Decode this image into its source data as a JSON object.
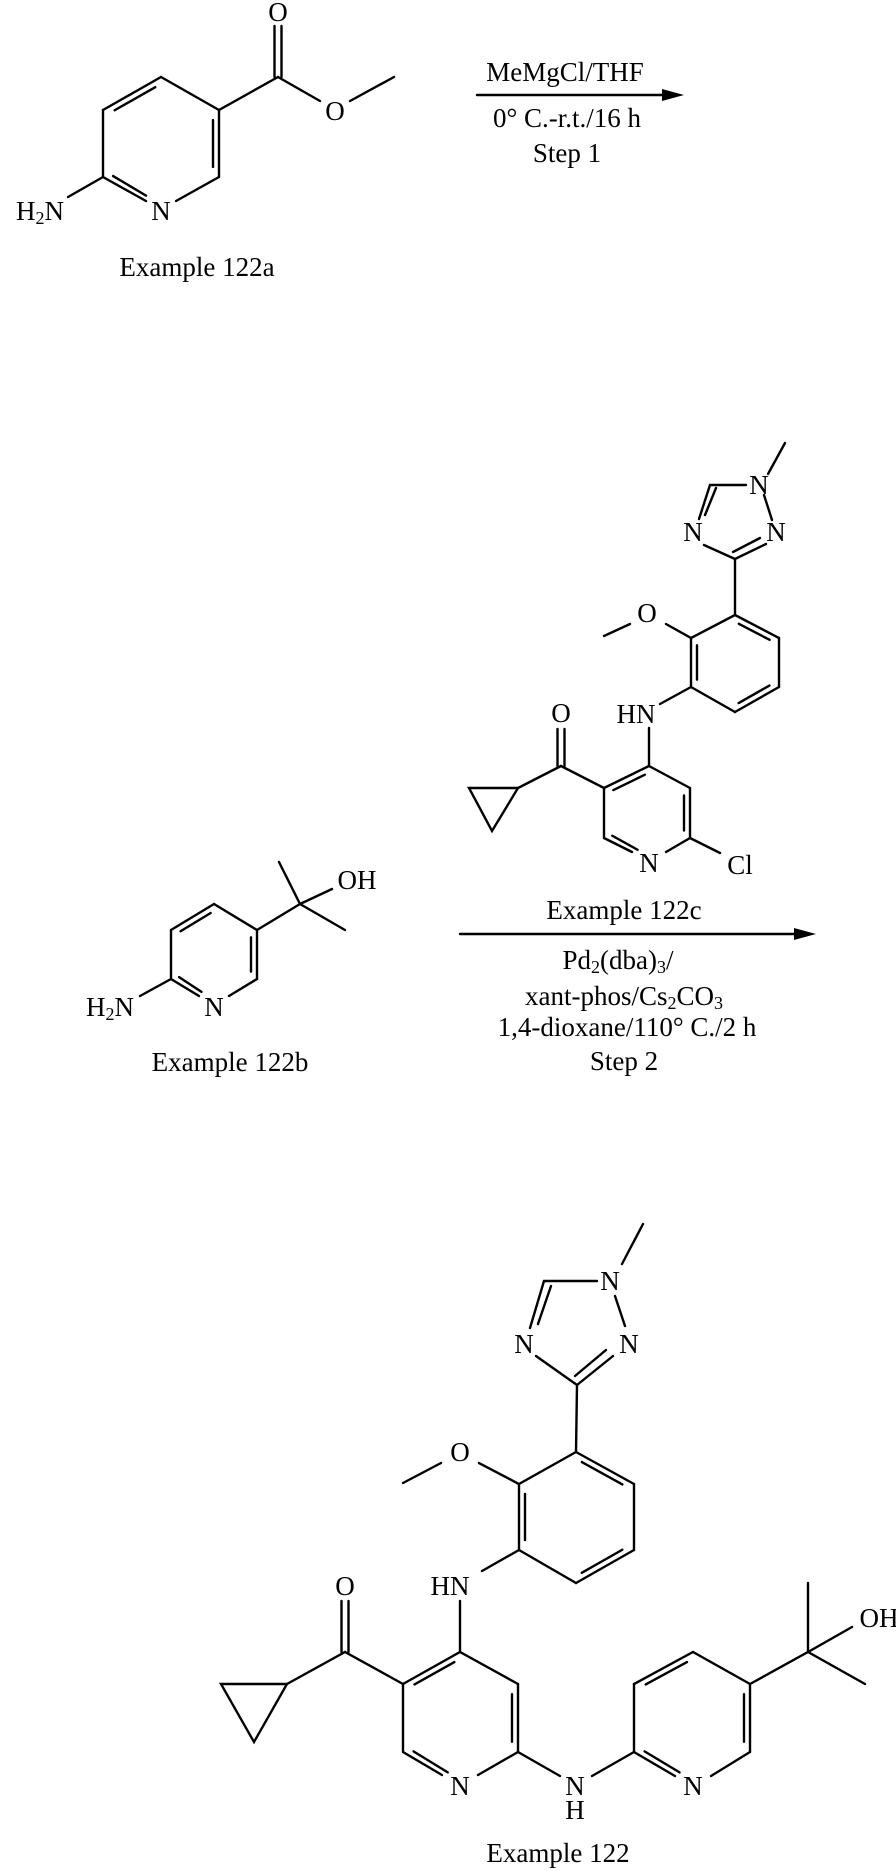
{
  "step1": {
    "starting_material_label": "Example 122a",
    "reagent": "MeMgCl/THF",
    "conditions": "0° C.-r.t./16 h",
    "step": "Step 1"
  },
  "step2": {
    "amine_label": "Example 122b",
    "coupling_partner_label": "Example 122c",
    "conditions": {
      "line1": [
        "Pd",
        "2",
        "(dba)",
        "3",
        "/"
      ],
      "line2": [
        "xant-phos/Cs",
        "2",
        "CO",
        "3"
      ],
      "line3": "1,4-dioxane/110° C./2 h"
    },
    "step": "Step 2"
  },
  "product": {
    "label": "Example 122"
  },
  "atoms": {
    "N": "N",
    "O": "O",
    "H": "H",
    "HN": "HN",
    "OH": "OH",
    "Cl": "Cl",
    "H2N": [
      "H",
      "2",
      "N"
    ]
  }
}
